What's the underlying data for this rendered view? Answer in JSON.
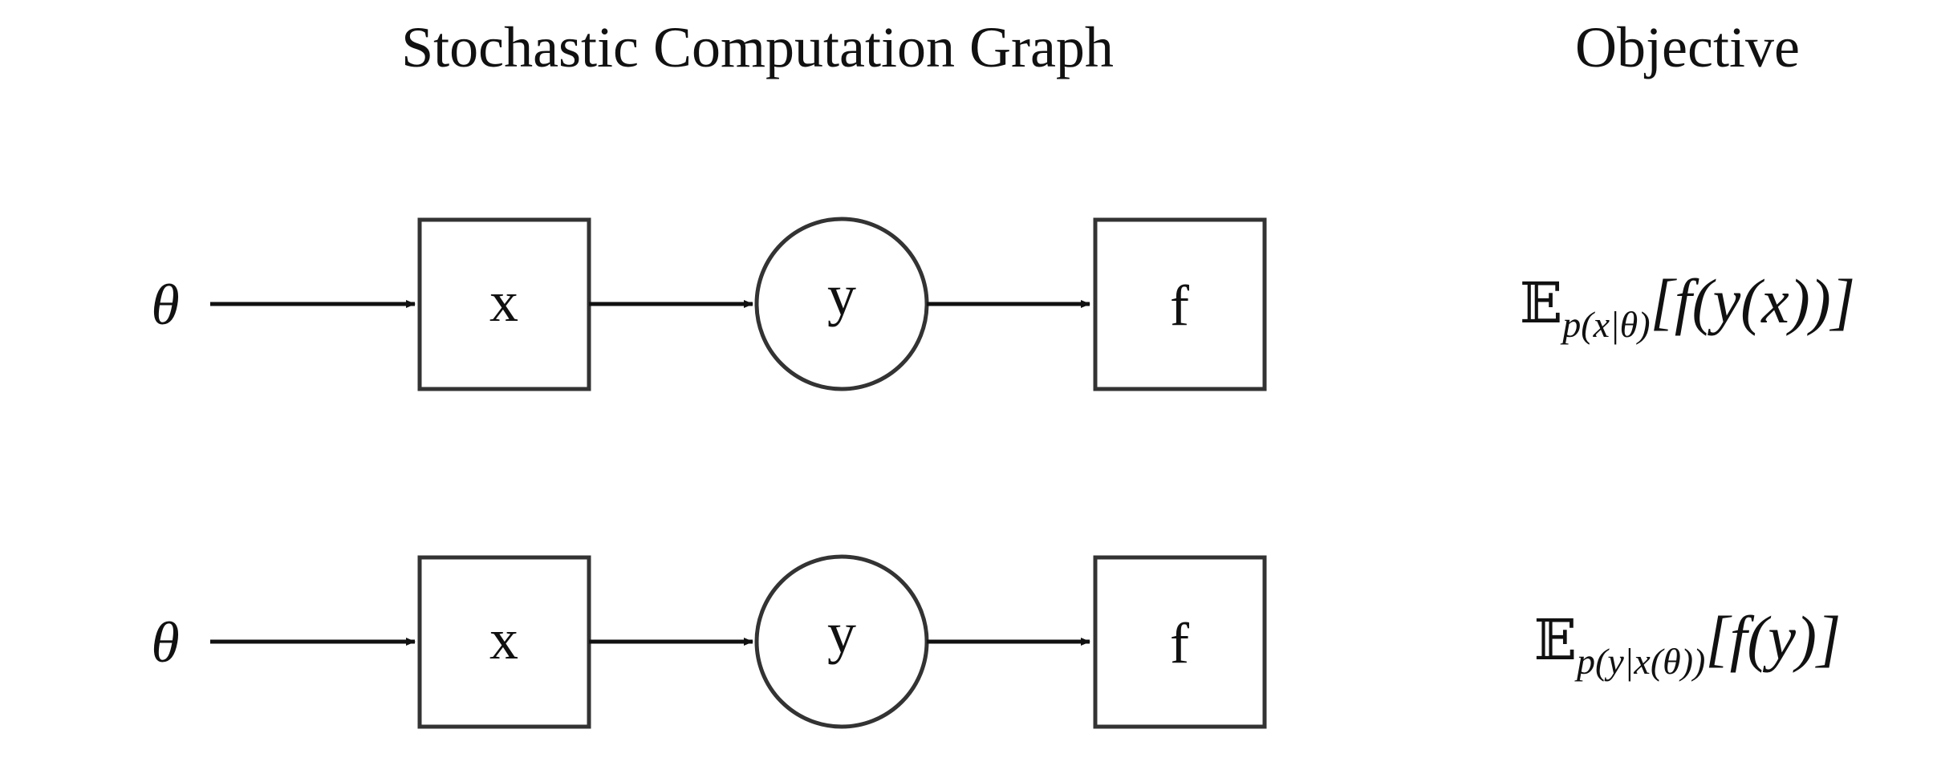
{
  "headers": {
    "graph": "Stochastic Computation Graph",
    "objective": "Objective"
  },
  "rows": [
    {
      "input": "θ",
      "nodes": [
        {
          "label": "x",
          "shape": "square"
        },
        {
          "label": "y",
          "shape": "circle"
        },
        {
          "label": "f",
          "shape": "square"
        }
      ],
      "objective": {
        "operator": "𝔼",
        "subscript": "p(x|θ)",
        "expression": "[f(y(x))]"
      }
    },
    {
      "input": "θ",
      "nodes": [
        {
          "label": "x",
          "shape": "square"
        },
        {
          "label": "y",
          "shape": "circle"
        },
        {
          "label": "f",
          "shape": "square"
        }
      ],
      "objective": {
        "operator": "𝔼",
        "subscript": "p(y|x(θ))",
        "expression": "[f(y)]"
      }
    }
  ],
  "colors": {
    "stroke": "#333333",
    "text": "#111111",
    "background": "#ffffff"
  }
}
